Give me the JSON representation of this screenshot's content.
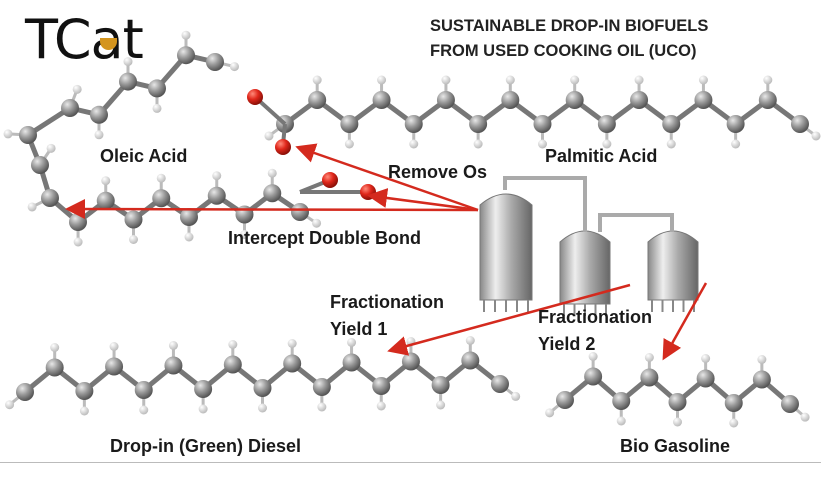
{
  "logo": {
    "text": "TCat",
    "accent_color": "#d4951e"
  },
  "title": {
    "line1": "SUSTAINABLE DROP-IN BIOFUELS",
    "line2": "FROM USED COOKING OIL (UCO)"
  },
  "labels": {
    "oleic": "Oleic Acid",
    "palmitic": "Palmitic Acid",
    "remove_os": "Remove Os",
    "intercept": "Intercept Double Bond",
    "frac1_line1": "Fractionation",
    "frac1_line2": "Yield 1",
    "frac2_line1": "Fractionation",
    "frac2_line2": "Yield 2",
    "diesel": "Drop-in (Green) Diesel",
    "gasoline": "Bio Gasoline"
  },
  "colors": {
    "arrow": "#d42a1e",
    "carbon": "#8c8c8c",
    "oxygen": "#e0271b",
    "hydrogen": "#f4f4f4"
  }
}
